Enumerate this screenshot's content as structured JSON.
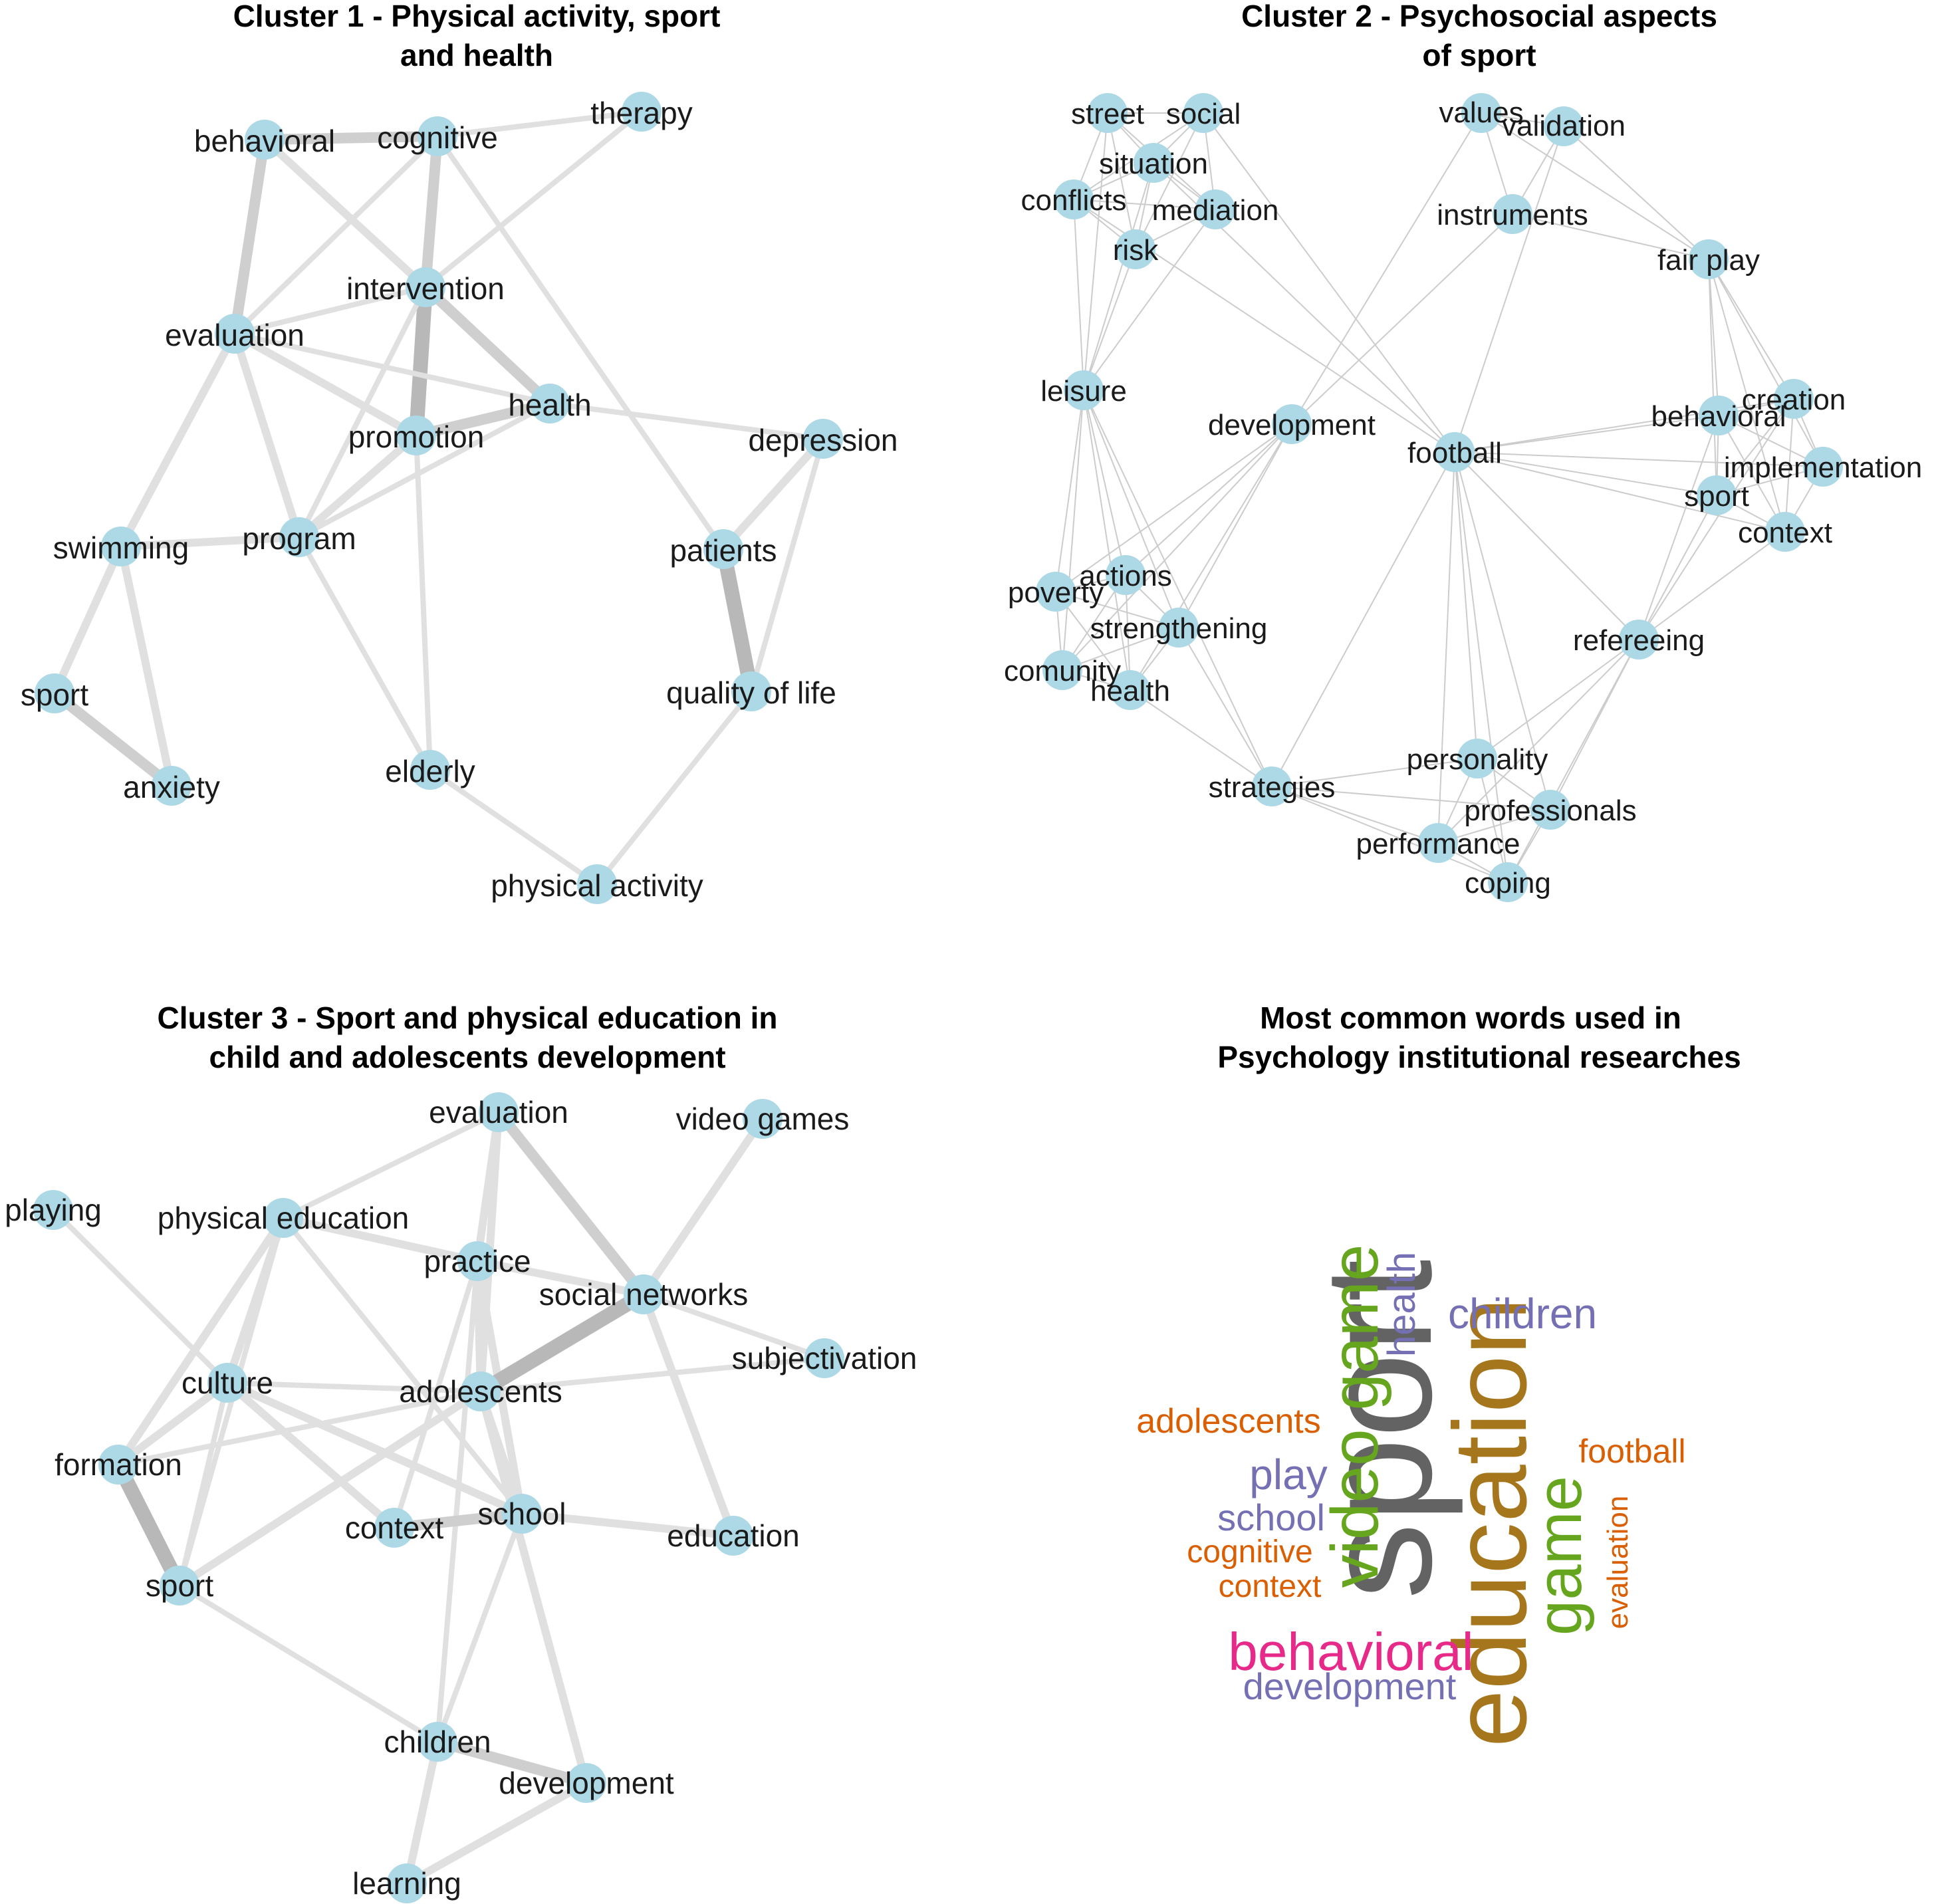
{
  "colors": {
    "node": "#add8e6",
    "edge_light": "#e0e0e0",
    "edge_mid": "#cfcfcf",
    "edge_dark": "#b8b8b8",
    "edge_thin": "#cccccc",
    "title": "#000000"
  },
  "panels": [
    {
      "id": "cluster-1",
      "title_lines": [
        "Cluster 1 - Physical activity, sport",
        "and health"
      ]
    },
    {
      "id": "cluster-2",
      "title_lines": [
        "Cluster 2 - Psychosocial aspects",
        "of sport"
      ]
    },
    {
      "id": "cluster-3",
      "title_lines": [
        "Cluster 3 - Sport and physical education in",
        "child and adolescents development"
      ]
    },
    {
      "id": "wordcloud",
      "title_lines": [
        "Most common words used in",
        "Psychology institutional researches"
      ]
    }
  ],
  "cluster1": {
    "nodes": [
      "behavioral",
      "cognitive",
      "therapy",
      "intervention",
      "evaluation",
      "health",
      "promotion",
      "depression",
      "swimming",
      "program",
      "patients",
      "sport",
      "quality of life",
      "anxiety",
      "elderly",
      "physical activity"
    ],
    "edges": [
      [
        "behavioral",
        "cognitive",
        3
      ],
      [
        "cognitive",
        "therapy",
        1
      ],
      [
        "behavioral",
        "evaluation",
        3
      ],
      [
        "behavioral",
        "intervention",
        2
      ],
      [
        "cognitive",
        "intervention",
        3
      ],
      [
        "cognitive",
        "evaluation",
        1
      ],
      [
        "cognitive",
        "patients",
        1
      ],
      [
        "therapy",
        "intervention",
        1
      ],
      [
        "intervention",
        "evaluation",
        1
      ],
      [
        "intervention",
        "promotion",
        4
      ],
      [
        "intervention",
        "health",
        3
      ],
      [
        "intervention",
        "program",
        1
      ],
      [
        "evaluation",
        "health",
        1
      ],
      [
        "evaluation",
        "promotion",
        2
      ],
      [
        "evaluation",
        "program",
        2
      ],
      [
        "evaluation",
        "swimming",
        2
      ],
      [
        "promotion",
        "health",
        3
      ],
      [
        "promotion",
        "program",
        2
      ],
      [
        "health",
        "program",
        1
      ],
      [
        "health",
        "depression",
        1
      ],
      [
        "swimming",
        "program",
        2
      ],
      [
        "swimming",
        "sport",
        2
      ],
      [
        "swimming",
        "anxiety",
        2
      ],
      [
        "sport",
        "anxiety",
        3
      ],
      [
        "program",
        "elderly",
        1
      ],
      [
        "promotion",
        "elderly",
        1
      ],
      [
        "depression",
        "patients",
        2
      ],
      [
        "depression",
        "quality of life",
        1
      ],
      [
        "patients",
        "quality of life",
        4
      ],
      [
        "quality of life",
        "physical activity",
        1
      ],
      [
        "elderly",
        "physical activity",
        1
      ]
    ]
  },
  "cluster2": {
    "nodes": [
      "street",
      "social",
      "values",
      "validation",
      "situation",
      "conflicts",
      "mediation",
      "instruments",
      "risk",
      "fair play",
      "leisure",
      "creation",
      "behavioral",
      "development",
      "football",
      "implementation",
      "sport",
      "context",
      "actions",
      "poverty",
      "strengthening",
      "refereeing",
      "comunity",
      "health",
      "personality",
      "strategies",
      "professionals",
      "performance",
      "coping"
    ],
    "edges": [
      [
        "street",
        "social"
      ],
      [
        "street",
        "situation"
      ],
      [
        "street",
        "conflicts"
      ],
      [
        "street",
        "mediation"
      ],
      [
        "street",
        "risk"
      ],
      [
        "social",
        "situation"
      ],
      [
        "social",
        "conflicts"
      ],
      [
        "social",
        "mediation"
      ],
      [
        "social",
        "risk"
      ],
      [
        "situation",
        "conflicts"
      ],
      [
        "situation",
        "mediation"
      ],
      [
        "situation",
        "risk"
      ],
      [
        "conflicts",
        "mediation"
      ],
      [
        "conflicts",
        "risk"
      ],
      [
        "mediation",
        "risk"
      ],
      [
        "conflicts",
        "leisure"
      ],
      [
        "risk",
        "leisure"
      ],
      [
        "street",
        "leisure"
      ],
      [
        "situation",
        "leisure"
      ],
      [
        "mediation",
        "leisure"
      ],
      [
        "conflicts",
        "football"
      ],
      [
        "situation",
        "football"
      ],
      [
        "social",
        "football"
      ],
      [
        "values",
        "validation"
      ],
      [
        "values",
        "instruments"
      ],
      [
        "validation",
        "instruments"
      ],
      [
        "values",
        "fair play"
      ],
      [
        "validation",
        "fair play"
      ],
      [
        "instruments",
        "fair play"
      ],
      [
        "values",
        "development"
      ],
      [
        "instruments",
        "development"
      ],
      [
        "validation",
        "football"
      ],
      [
        "fair play",
        "behavioral"
      ],
      [
        "fair play",
        "creation"
      ],
      [
        "fair play",
        "sport"
      ],
      [
        "fair play",
        "context"
      ],
      [
        "fair play",
        "implementation"
      ],
      [
        "behavioral",
        "creation"
      ],
      [
        "behavioral",
        "implementation"
      ],
      [
        "behavioral",
        "sport"
      ],
      [
        "behavioral",
        "context"
      ],
      [
        "creation",
        "implementation"
      ],
      [
        "creation",
        "sport"
      ],
      [
        "creation",
        "context"
      ],
      [
        "implementation",
        "sport"
      ],
      [
        "implementation",
        "context"
      ],
      [
        "sport",
        "context"
      ],
      [
        "football",
        "behavioral"
      ],
      [
        "football",
        "creation"
      ],
      [
        "football",
        "implementation"
      ],
      [
        "football",
        "sport"
      ],
      [
        "football",
        "context"
      ],
      [
        "football",
        "refereeing"
      ],
      [
        "football",
        "personality"
      ],
      [
        "football",
        "professionals"
      ],
      [
        "football",
        "performance"
      ],
      [
        "football",
        "coping"
      ],
      [
        "football",
        "strategies"
      ],
      [
        "refereeing",
        "behavioral"
      ],
      [
        "refereeing",
        "sport"
      ],
      [
        "refereeing",
        "context"
      ],
      [
        "refereeing",
        "creation"
      ],
      [
        "refereeing",
        "personality"
      ],
      [
        "refereeing",
        "professionals"
      ],
      [
        "refereeing",
        "performance"
      ],
      [
        "refereeing",
        "coping"
      ],
      [
        "leisure",
        "actions"
      ],
      [
        "leisure",
        "poverty"
      ],
      [
        "leisure",
        "strengthening"
      ],
      [
        "leisure",
        "comunity"
      ],
      [
        "leisure",
        "health"
      ],
      [
        "leisure",
        "strategies"
      ],
      [
        "development",
        "actions"
      ],
      [
        "development",
        "poverty"
      ],
      [
        "development",
        "strengthening"
      ],
      [
        "development",
        "comunity"
      ],
      [
        "development",
        "health"
      ],
      [
        "actions",
        "poverty"
      ],
      [
        "actions",
        "strengthening"
      ],
      [
        "actions",
        "comunity"
      ],
      [
        "actions",
        "health"
      ],
      [
        "poverty",
        "strengthening"
      ],
      [
        "poverty",
        "comunity"
      ],
      [
        "poverty",
        "health"
      ],
      [
        "strengthening",
        "comunity"
      ],
      [
        "strengthening",
        "health"
      ],
      [
        "comunity",
        "health"
      ],
      [
        "strengthening",
        "strategies"
      ],
      [
        "health",
        "strategies"
      ],
      [
        "strategies",
        "personality"
      ],
      [
        "strategies",
        "performance"
      ],
      [
        "strategies",
        "professionals"
      ],
      [
        "strategies",
        "coping"
      ],
      [
        "personality",
        "professionals"
      ],
      [
        "personality",
        "performance"
      ],
      [
        "personality",
        "coping"
      ],
      [
        "professionals",
        "performance"
      ],
      [
        "professionals",
        "coping"
      ],
      [
        "performance",
        "coping"
      ]
    ]
  },
  "cluster3": {
    "nodes": [
      "evaluation",
      "video games",
      "playing",
      "physical education",
      "practice",
      "social networks",
      "subjectivation",
      "culture",
      "adolescents",
      "formation",
      "school",
      "context",
      "education",
      "sport",
      "children",
      "development",
      "learning"
    ],
    "edges": [
      [
        "evaluation",
        "physical education",
        1
      ],
      [
        "evaluation",
        "practice",
        2
      ],
      [
        "evaluation",
        "social networks",
        3
      ],
      [
        "evaluation",
        "adolescents",
        2
      ],
      [
        "video games",
        "social networks",
        2
      ],
      [
        "playing",
        "culture",
        1
      ],
      [
        "physical education",
        "practice",
        2
      ],
      [
        "physical education",
        "culture",
        2
      ],
      [
        "physical education",
        "formation",
        2
      ],
      [
        "physical education",
        "school",
        1
      ],
      [
        "physical education",
        "sport",
        1
      ],
      [
        "practice",
        "social networks",
        2
      ],
      [
        "practice",
        "adolescents",
        2
      ],
      [
        "practice",
        "school",
        2
      ],
      [
        "practice",
        "context",
        1
      ],
      [
        "practice",
        "children",
        1
      ],
      [
        "social networks",
        "adolescents",
        4
      ],
      [
        "social networks",
        "subjectivation",
        1
      ],
      [
        "social networks",
        "education",
        2
      ],
      [
        "adolescents",
        "subjectivation",
        1
      ],
      [
        "adolescents",
        "culture",
        1
      ],
      [
        "adolescents",
        "formation",
        1
      ],
      [
        "adolescents",
        "school",
        2
      ],
      [
        "adolescents",
        "sport",
        2
      ],
      [
        "adolescents",
        "development",
        2
      ],
      [
        "culture",
        "formation",
        2
      ],
      [
        "culture",
        "context",
        2
      ],
      [
        "culture",
        "school",
        2
      ],
      [
        "culture",
        "sport",
        1
      ],
      [
        "formation",
        "sport",
        4
      ],
      [
        "context",
        "school",
        3
      ],
      [
        "school",
        "education",
        2
      ],
      [
        "school",
        "children",
        1
      ],
      [
        "sport",
        "children",
        1
      ],
      [
        "children",
        "development",
        3
      ],
      [
        "children",
        "learning",
        2
      ],
      [
        "learning",
        "development",
        2
      ]
    ]
  },
  "wordcloud": {
    "words": [
      {
        "text": "sport",
        "color": "#636363"
      },
      {
        "text": "education",
        "color": "#a6761d"
      },
      {
        "text": "video game",
        "color": "#66a61e"
      },
      {
        "text": "game",
        "color": "#66a61e"
      },
      {
        "text": "behavioral",
        "color": "#e7298a"
      },
      {
        "text": "children",
        "color": "#7570b3"
      },
      {
        "text": "health",
        "color": "#7570b3"
      },
      {
        "text": "development",
        "color": "#7570b3"
      },
      {
        "text": "play",
        "color": "#7570b3"
      },
      {
        "text": "school",
        "color": "#7570b3"
      },
      {
        "text": "adolescents",
        "color": "#d95f02"
      },
      {
        "text": "football",
        "color": "#d95f02"
      },
      {
        "text": "cognitive",
        "color": "#d95f02"
      },
      {
        "text": "context",
        "color": "#d95f02"
      },
      {
        "text": "evaluation",
        "color": "#d95f02"
      }
    ]
  }
}
